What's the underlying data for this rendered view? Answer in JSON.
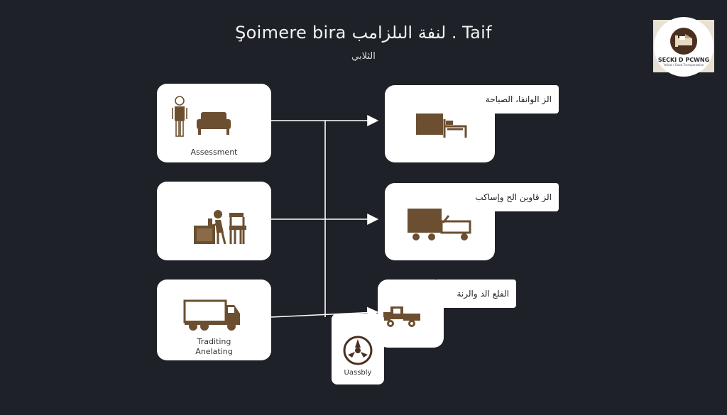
{
  "header": {
    "title": "Şoimere bira لنفة الىلزامب . Taif",
    "subtitle": "الثلابي"
  },
  "logo": {
    "text": "SECKI D PCWNG",
    "subtext": "Yellow / Good Transportation"
  },
  "left_steps": [
    {
      "label": "Assessment"
    },
    {
      "label": ""
    },
    {
      "label_line1": "Traditing",
      "label_line2": "Anelating"
    }
  ],
  "right_steps": [
    {
      "label": "الز الوانفا، الصباحة"
    },
    {
      "label": "الز قاوين الح وإساكب"
    },
    {
      "label": "الفلع الد والرنة"
    }
  ],
  "bottom_step": {
    "label": "Uassbly"
  },
  "colors": {
    "background": "#1e2127",
    "card": "#ffffff",
    "icon": "#6b4f30",
    "line": "#ffffff"
  }
}
